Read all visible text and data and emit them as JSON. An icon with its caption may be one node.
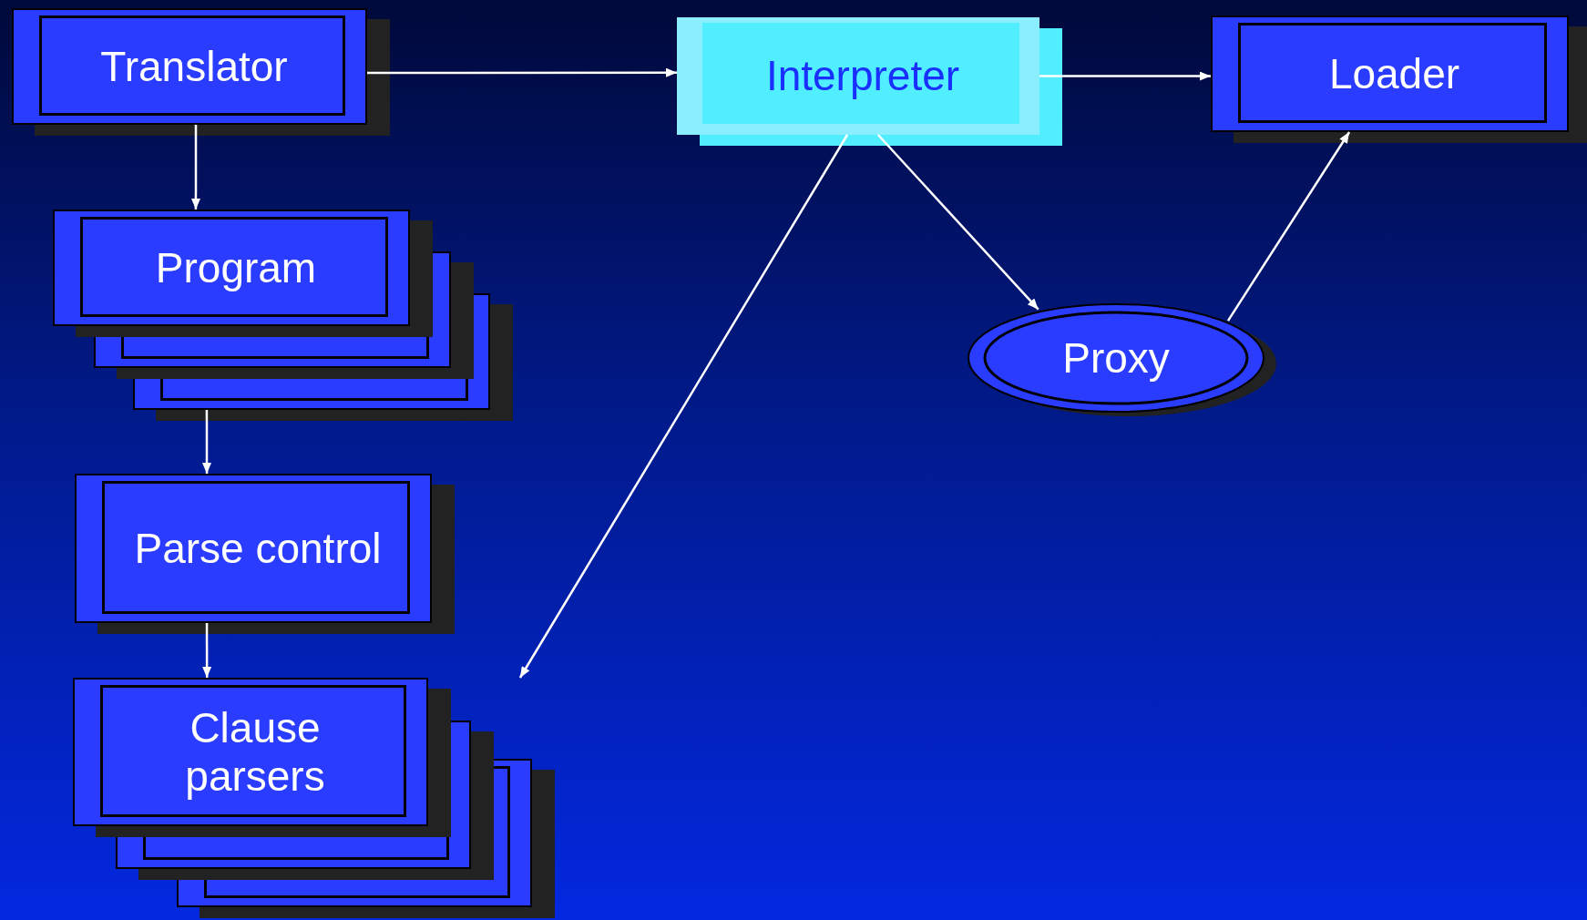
{
  "diagram": {
    "nodes": [
      {
        "text": [
          "Translator"
        ]
      },
      {
        "text": [
          "Interpreter"
        ]
      },
      {
        "text": [
          "Loader"
        ]
      },
      {
        "text": [
          "Program"
        ]
      },
      {
        "text": [
          "Proxy"
        ]
      },
      {
        "text": [
          "Parse control"
        ]
      },
      {
        "text": [
          "Clause parsers"
        ]
      }
    ],
    "edges": [
      {
        "from": 0,
        "to": 1,
        "arrow": "to"
      },
      {
        "from": 1,
        "to": 2,
        "arrow": "to"
      },
      {
        "from": 0,
        "to": 3,
        "arrow": "to"
      },
      {
        "from": 3,
        "to": 5,
        "arrow": "to"
      },
      {
        "from": 5,
        "to": 6,
        "arrow": "to"
      },
      {
        "from": 1,
        "to": 6,
        "arrow": "to"
      },
      {
        "from": 1,
        "to": 4,
        "arrow": "to"
      },
      {
        "from": 4,
        "to": 2,
        "arrow": "to"
      }
    ]
  }
}
